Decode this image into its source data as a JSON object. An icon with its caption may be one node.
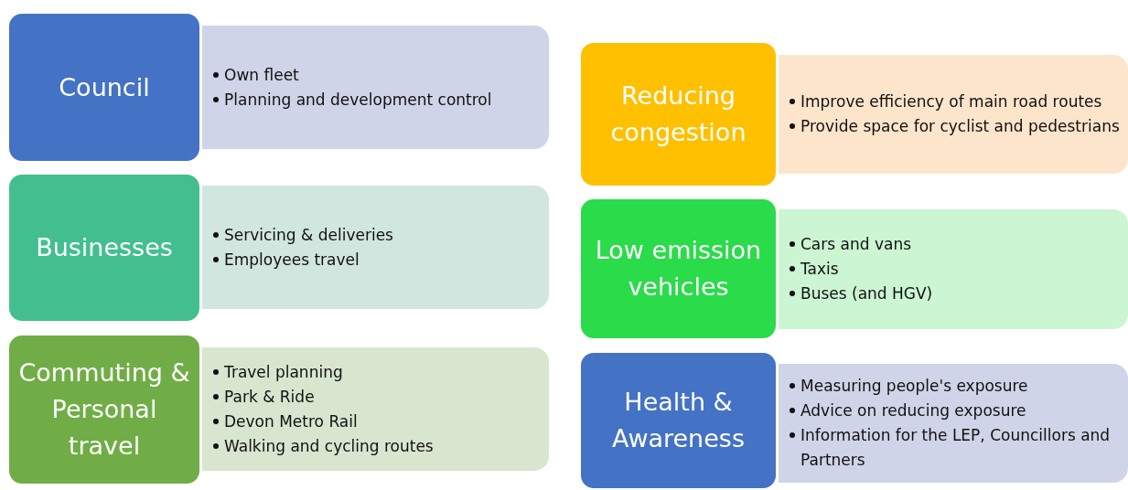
{
  "diagram": {
    "nodes": [
      {
        "text": [
          "Council"
        ]
      },
      {
        "text": [
          "Own fleet",
          "Planning and development control"
        ]
      },
      {
        "text": [
          "Businesses"
        ]
      },
      {
        "text": [
          "Servicing & deliveries",
          "Employees travel"
        ]
      },
      {
        "text": [
          "Commuting & Personal travel"
        ]
      },
      {
        "text": [
          "Travel planning",
          "Park & Ride",
          "Devon Metro Rail",
          "Walking and cycling routes"
        ]
      },
      {
        "text": [
          "Reducing congestion"
        ]
      },
      {
        "text": [
          "Improve efficiency of main road routes",
          "Provide space for cyclist and pedestrians"
        ]
      },
      {
        "text": [
          "Low emission vehicles"
        ]
      },
      {
        "text": [
          "Cars and vans",
          "Taxis",
          "Buses (and HGV)"
        ]
      },
      {
        "text": [
          "Health & Awareness"
        ]
      },
      {
        "text": [
          "Measuring people's exposure",
          "Advice on reducing exposure",
          "Information for the LEP, Councillors and Partners"
        ]
      }
    ]
  }
}
